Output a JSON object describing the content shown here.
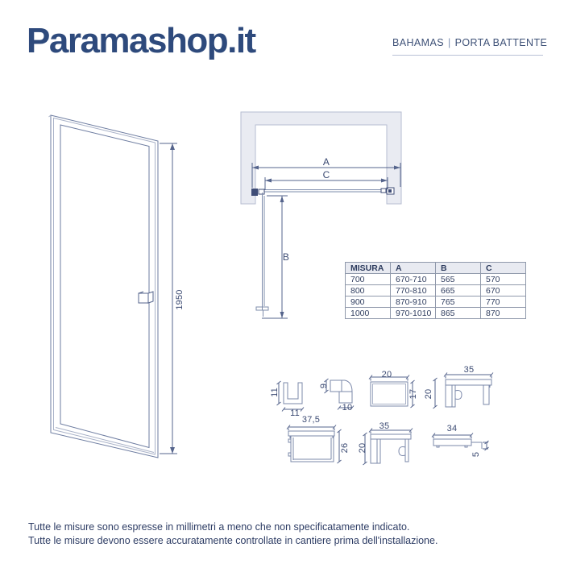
{
  "header": {
    "logo": "Paramashop.it",
    "series": "BAHAMAS",
    "divider": "|",
    "product_type": "PORTA BATTENTE"
  },
  "door_front_view": {
    "height_dim": "1950"
  },
  "door_top_view": {
    "dim_a": "A",
    "dim_c": "C",
    "dim_b": "B"
  },
  "size_table": {
    "headers": [
      "MISURA",
      "A",
      "B",
      "C"
    ],
    "rows": [
      [
        "700",
        "670-710",
        "565",
        "570"
      ],
      [
        "800",
        "770-810",
        "665",
        "670"
      ],
      [
        "900",
        "870-910",
        "765",
        "770"
      ],
      [
        "1000",
        "970-1010",
        "865",
        "870"
      ]
    ]
  },
  "profile_sections": {
    "u_gasket": {
      "height": "11",
      "width": "11"
    },
    "corner_gasket": {
      "height": "9",
      "width": "10"
    },
    "box_profile": {
      "width": "20",
      "height": "17"
    },
    "wall_profile_top": {
      "width": "35",
      "height": "20"
    },
    "adjustment_profile": {
      "width": "37,5",
      "height": "26"
    },
    "wall_profile_bottom": {
      "width": "35",
      "height": "20"
    },
    "threshold_profile": {
      "width": "34",
      "height": "5"
    }
  },
  "footer": {
    "line1": "Tutte le misure sono espresse in millimetri a meno che non specificatamente indicato.",
    "line2": "Tutte le misure devono essere accuratamente controllate in cantiere prima dell'installazione."
  }
}
